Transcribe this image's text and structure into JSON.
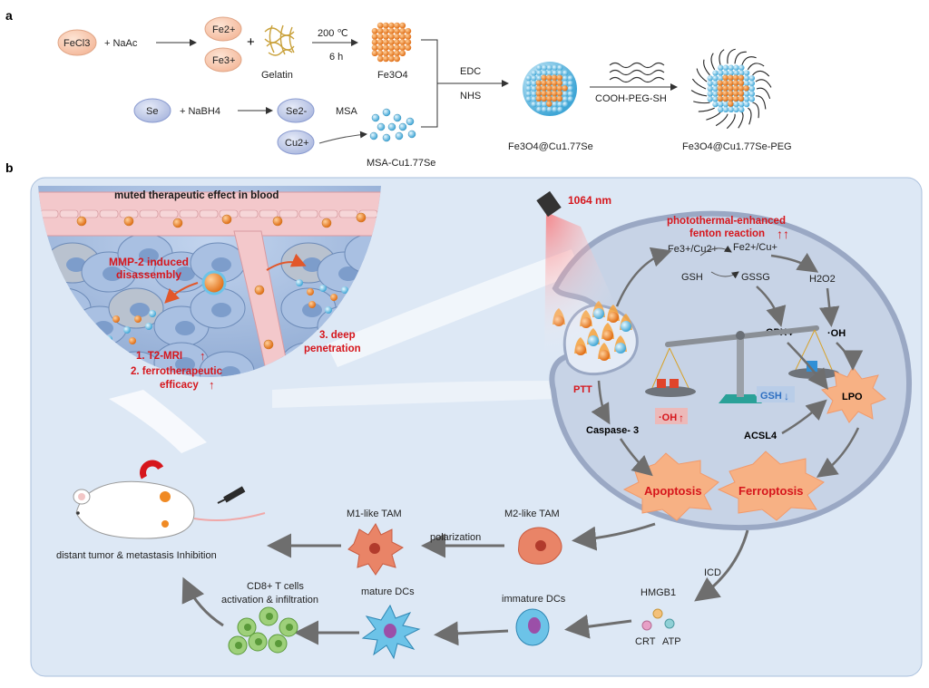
{
  "panels": {
    "a": "a",
    "b": "b"
  },
  "synthesis": {
    "fecl3": "FeCl3",
    "naac": "+ NaAc",
    "fe2": "Fe2+",
    "fe3": "Fe3+",
    "plus": "+",
    "gelatin": "Gelatin",
    "temp": "200 ℃",
    "time": "6 h",
    "fe3o4": "Fe3O4",
    "se": "Se",
    "nabh4": "+ NaBH4",
    "se2": "Se2-",
    "cu2": "Cu2+",
    "msa": "MSA",
    "msacuse": "MSA-Cu1.77Se",
    "edc": "EDC",
    "nhs": "NHS",
    "fe3o4cuse": "Fe3O4@Cu1.77Se",
    "peg": "COOH-PEG-SH",
    "final": "Fe3O4@Cu1.77Se-PEG"
  },
  "tumor": {
    "blood": "muted therapeutic effect in blood",
    "mmp2_line1": "MMP-2 induced",
    "mmp2_line2": "disassembly",
    "mri": "1. T2-MRI",
    "ferro_line1": "2. ferrotherapeutic",
    "ferro_line2": "efficacy",
    "deep_line1": "3. deep",
    "deep_line2": "penetration"
  },
  "cell": {
    "laser": "1064 nm",
    "photo_line1": "photothermal-enhanced",
    "photo_line2": "fenton reaction",
    "fe3cu2": "Fe3+/Cu2+",
    "fe2cu": "Fe2+/Cu+",
    "gsh": "GSH",
    "gssg": "GSSG",
    "h2o2": "H2O2",
    "gpx4": "GPX4",
    "oh": "·OH",
    "ptt": "PTT",
    "caspase": "Caspase- 3",
    "oh_balance": "·OH",
    "gsh_balance": "GSH",
    "lpo": "LPO",
    "acsl4": "ACSL4",
    "apoptosis": "Apoptosis",
    "ferroptosis": "Ferroptosis"
  },
  "immune": {
    "m2": "M2-like TAM",
    "polarization": "polarization",
    "m1": "M1-like TAM",
    "distant": "distant tumor & metastasis Inhibition",
    "icd": "ICD",
    "hmgb1": "HMGB1",
    "crt": "CRT",
    "atp": "ATP",
    "immature": "immature DCs",
    "mature": "mature DCs",
    "cd8_line1": "CD8+ T cells",
    "cd8_line2": "activation & infiltration"
  },
  "colors": {
    "panel_bg": "#dde8f5",
    "panel_border": "#a9bfdc",
    "cell_fill": "#c7d3e6",
    "vessel": "#f3c8cb",
    "red_text": "#d6161c",
    "orange_np": "#f08a24",
    "blue_np": "#6cc3e8",
    "burst": "#f7b184"
  }
}
